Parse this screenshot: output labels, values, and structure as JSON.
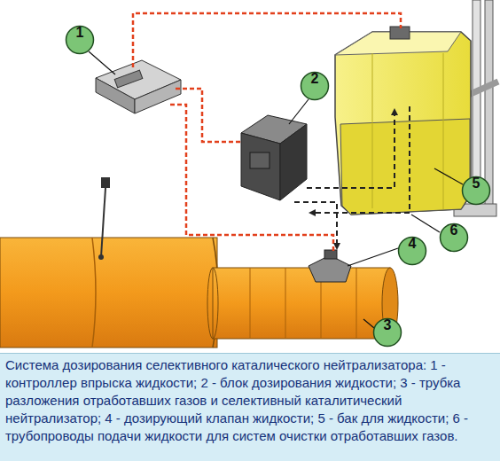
{
  "diagram": {
    "caption": "Система дозирования селективного каталического нейтрализатора: 1 - контроллер впрыска жидкости; 2 - блок дозирования жидкости; 3 - трубка разложения отработавших газов и селективный каталитический нейтрализатор; 4 - дозирующий клапан жидкости; 5 - бак для жидкости; 6 - трубопроводы подачи жидкости для систем очистки отработавших газов.",
    "nodes": [
      {
        "text": [
          "1"
        ]
      },
      {
        "text": [
          "2"
        ]
      },
      {
        "text": [
          "5"
        ]
      },
      {
        "text": [
          "6"
        ]
      },
      {
        "text": [
          "4"
        ]
      },
      {
        "text": [
          "3"
        ]
      }
    ]
  }
}
